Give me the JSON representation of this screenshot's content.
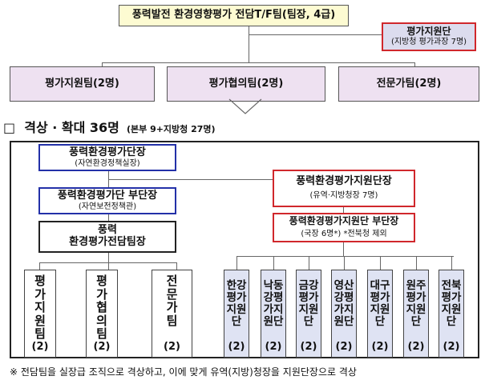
{
  "before": {
    "top": "풍력발전 환경영향평가 전담T/F팀(팀장, 4급)",
    "support": {
      "title": "평가지원단",
      "sub": "(지방청 평가과장 7명)"
    },
    "teams": [
      "평가지원팀(2명)",
      "평가협의팀(2명)",
      "전문가팀(2명)"
    ]
  },
  "heading": {
    "checkbox": "□",
    "main": "격상 · 확대 36명",
    "detail": "(본부 9+지방청 27명)"
  },
  "after": {
    "head": {
      "title": "풍력환경평가단장",
      "sub": "(자연환경정책실장)"
    },
    "deputy": {
      "title": "풍력환경평가단 부단장",
      "sub": "(자연보전정책관)"
    },
    "teamlead": {
      "line1": "풍력",
      "line2": "환경평가전담팀장"
    },
    "support_head": {
      "title": "풍력환경평가지원단장",
      "sub": "(유역·지방청장 7명)"
    },
    "support_deputy": {
      "title": "풍력환경평가지원단 부단장",
      "sub": "(국장 6명*) *전북청 제외"
    },
    "teams": [
      {
        "name": "평가지원팀",
        "count": "(2)"
      },
      {
        "name": "평가협의팀",
        "count": "(2)"
      },
      {
        "name": "전문가팀",
        "count": "(2)"
      }
    ],
    "regional": [
      {
        "name": "한강평가지원단",
        "count": "(2)"
      },
      {
        "name": "낙동강평가지원단",
        "count": "(2)"
      },
      {
        "name": "금강평가지원단",
        "count": "(2)"
      },
      {
        "name": "영산강평가지원단",
        "count": "(2)"
      },
      {
        "name": "대구평가지원단",
        "count": "(2)"
      },
      {
        "name": "원주평가지원단",
        "count": "(2)"
      },
      {
        "name": "전북평가지원단",
        "count": "(2)"
      }
    ]
  },
  "footnote": "※ 전담팀을 실장급 조직으로 격상하고, 이에 맞게 유역(지방)청장을 지원단장으로 격상"
}
